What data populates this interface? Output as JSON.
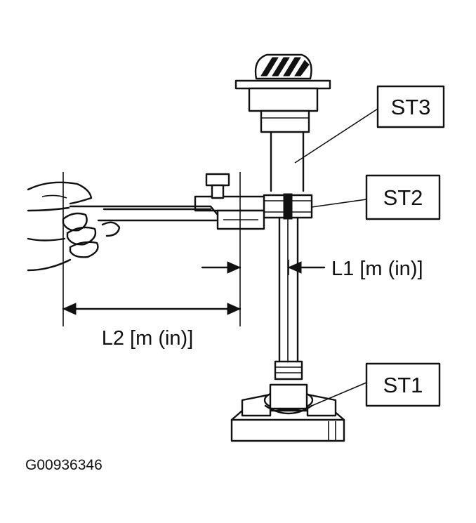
{
  "labels": {
    "st3": "ST3",
    "st2": "ST2",
    "st1": "ST1",
    "l1": "L1 [m (in)]",
    "l2": "L2 [m (in)]"
  },
  "figure_code": "G00936346"
}
